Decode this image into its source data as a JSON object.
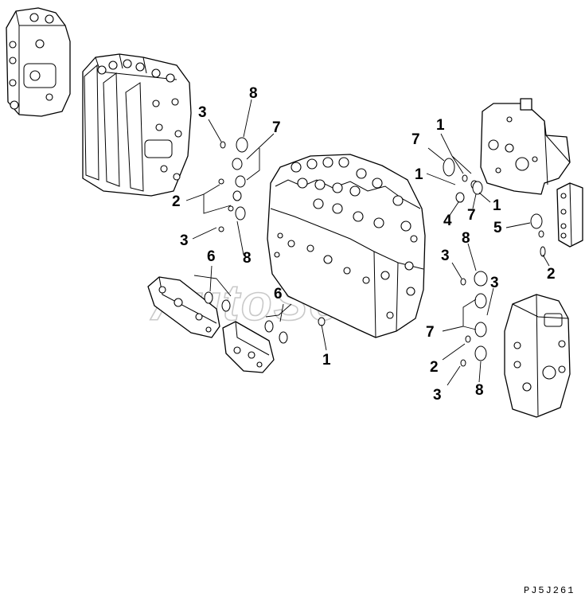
{
  "watermark": "AutoSoft",
  "drawing_code": "PJ5J261",
  "callouts": [
    {
      "id": "c1",
      "label": "8"
    },
    {
      "id": "c2",
      "label": "3"
    },
    {
      "id": "c3",
      "label": "7"
    },
    {
      "id": "c4",
      "label": "2"
    },
    {
      "id": "c5",
      "label": "3"
    },
    {
      "id": "c6",
      "label": "8"
    },
    {
      "id": "c7",
      "label": "6"
    },
    {
      "id": "c8",
      "label": "6"
    },
    {
      "id": "c9",
      "label": "1"
    },
    {
      "id": "c10",
      "label": "1"
    },
    {
      "id": "c11",
      "label": "7"
    },
    {
      "id": "c12",
      "label": "1"
    },
    {
      "id": "c13",
      "label": "1"
    },
    {
      "id": "c14",
      "label": "4"
    },
    {
      "id": "c15",
      "label": "7"
    },
    {
      "id": "c16",
      "label": "5"
    },
    {
      "id": "c17",
      "label": "2"
    },
    {
      "id": "c18",
      "label": "8"
    },
    {
      "id": "c19",
      "label": "3"
    },
    {
      "id": "c20",
      "label": "3"
    },
    {
      "id": "c21",
      "label": "7"
    },
    {
      "id": "c22",
      "label": "2"
    },
    {
      "id": "c23",
      "label": "3"
    },
    {
      "id": "c24",
      "label": "8"
    }
  ]
}
